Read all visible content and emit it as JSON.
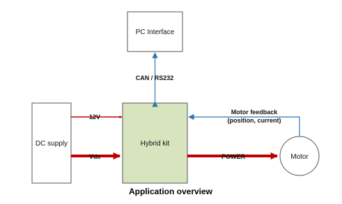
{
  "blocks": {
    "pc_interface": "PC Interface",
    "dc_supply": "DC supply",
    "hybrid_kit": "Hybrid kit",
    "motor": "Motor"
  },
  "connections": {
    "can_rs232": "CAN / RS232",
    "v12": "12V",
    "vdc": "Vdc",
    "power": "POWER",
    "motor_feedback_line1": "Motor feedback",
    "motor_feedback_line2": "(position, current)"
  },
  "caption": "Application overview",
  "colors": {
    "hybrid_fill": "#d7e4bd",
    "block_stroke": "#555555",
    "power_arrow": "#c00000",
    "signal_arrow": "#2e75b6"
  }
}
